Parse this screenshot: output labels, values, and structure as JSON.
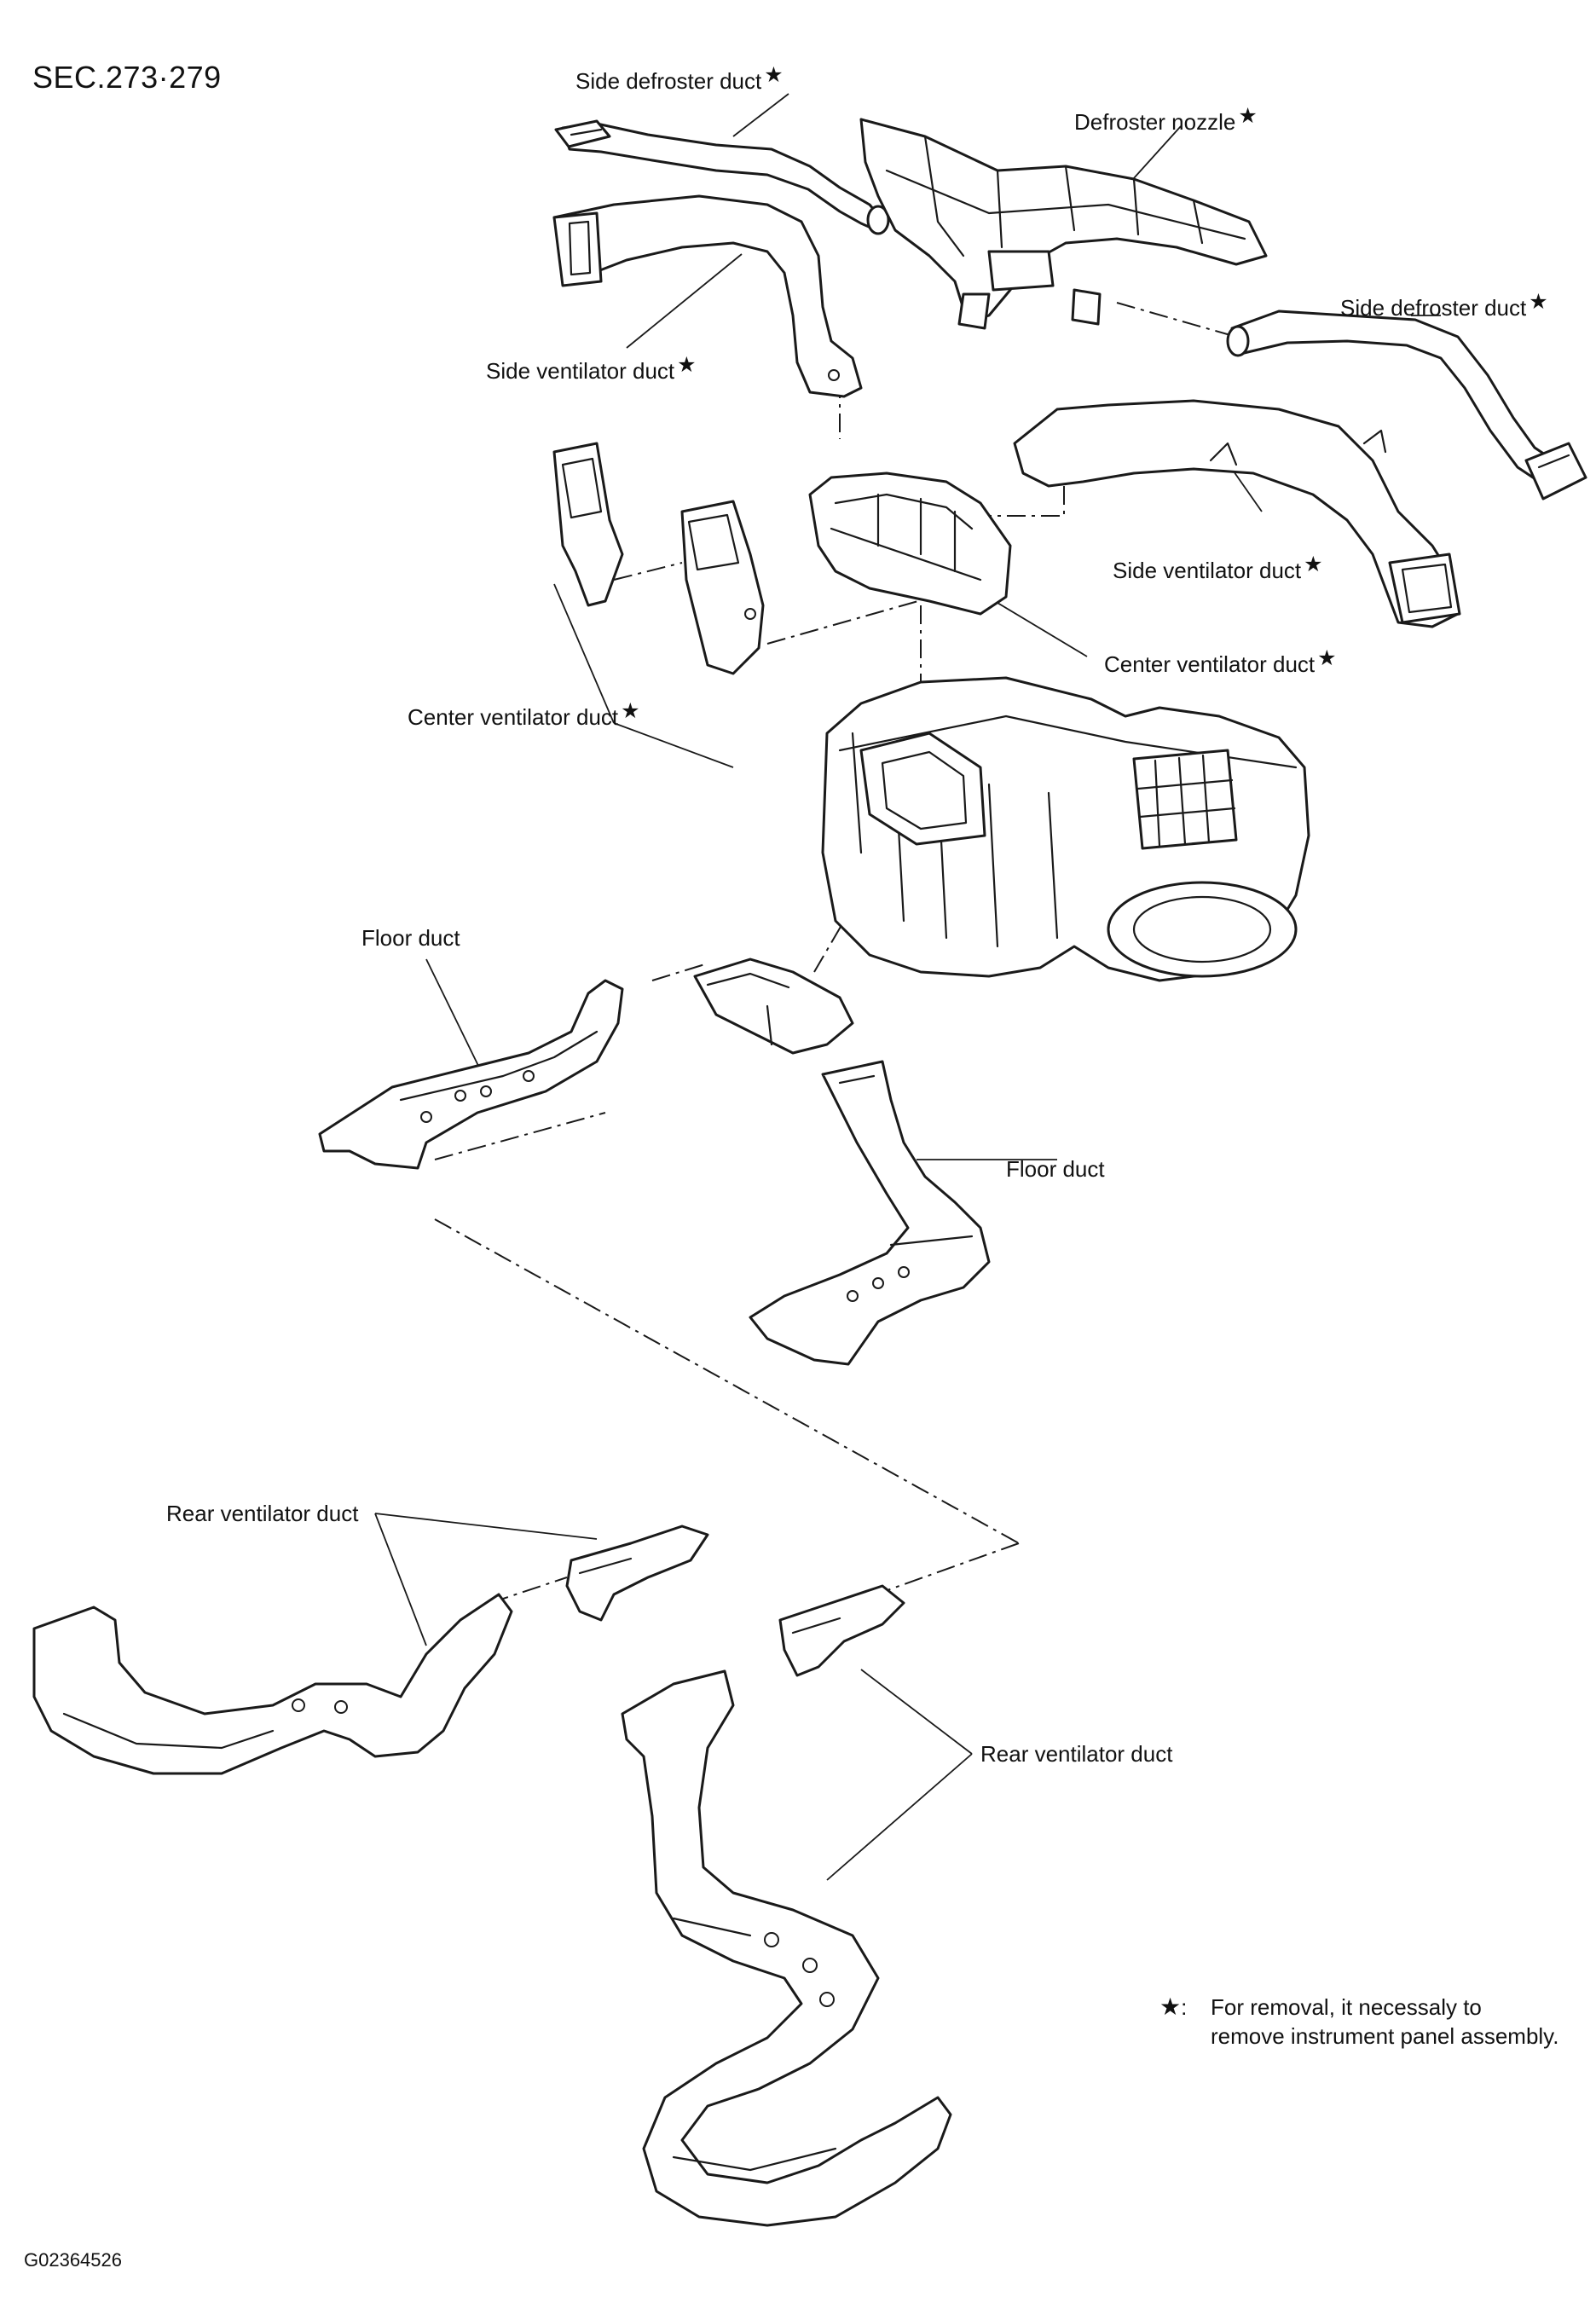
{
  "header": {
    "section_code": "SEC.273·279"
  },
  "footer": {
    "figure_code": "G02364526"
  },
  "legend": {
    "symbol": "★",
    "separator": ":",
    "note_line_1": "For removal, it necessaly to",
    "note_line_2": "remove instrument panel assembly."
  },
  "callouts": {
    "side_defroster_duct_left": {
      "text": "Side defroster duct",
      "mark": "★"
    },
    "defroster_nozzle": {
      "text": "Defroster nozzle",
      "mark": "★"
    },
    "side_defroster_duct_right": {
      "text": "Side defroster duct",
      "mark": "★"
    },
    "side_ventilator_duct_left": {
      "text": "Side ventilator duct",
      "mark": "★"
    },
    "side_ventilator_duct_right": {
      "text": "Side ventilator duct",
      "mark": "★"
    },
    "center_ventilator_duct_right": {
      "text": "Center ventilator duct",
      "mark": "★"
    },
    "center_ventilator_duct_left": {
      "text": "Center ventilator duct",
      "mark": "★"
    },
    "floor_duct_left": {
      "text": "Floor duct"
    },
    "floor_duct_right": {
      "text": "Floor duct"
    },
    "rear_ventilator_duct_left": {
      "text": "Rear ventilator duct"
    },
    "rear_ventilator_duct_right": {
      "text": "Rear ventilator duct"
    }
  }
}
